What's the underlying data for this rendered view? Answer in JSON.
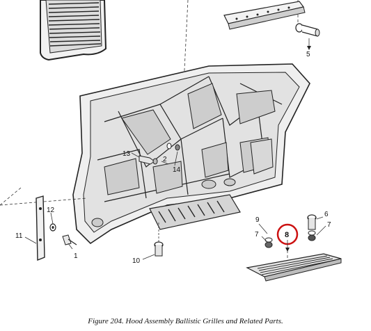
{
  "caption": "Figure 204.  Hood Assembly Ballistic Grilles and Related Parts.",
  "callouts": {
    "c1": "1",
    "c2": "2",
    "c5": "5",
    "c6": "6",
    "c7a": "7",
    "c7b": "7",
    "c8": "8",
    "c9": "9",
    "c10": "10",
    "c11": "11",
    "c12": "12",
    "c13": "13",
    "c14": "14"
  },
  "colors": {
    "line": "#222222",
    "highlight": "#cc1111",
    "panel_fill": "#d9d9d9"
  }
}
